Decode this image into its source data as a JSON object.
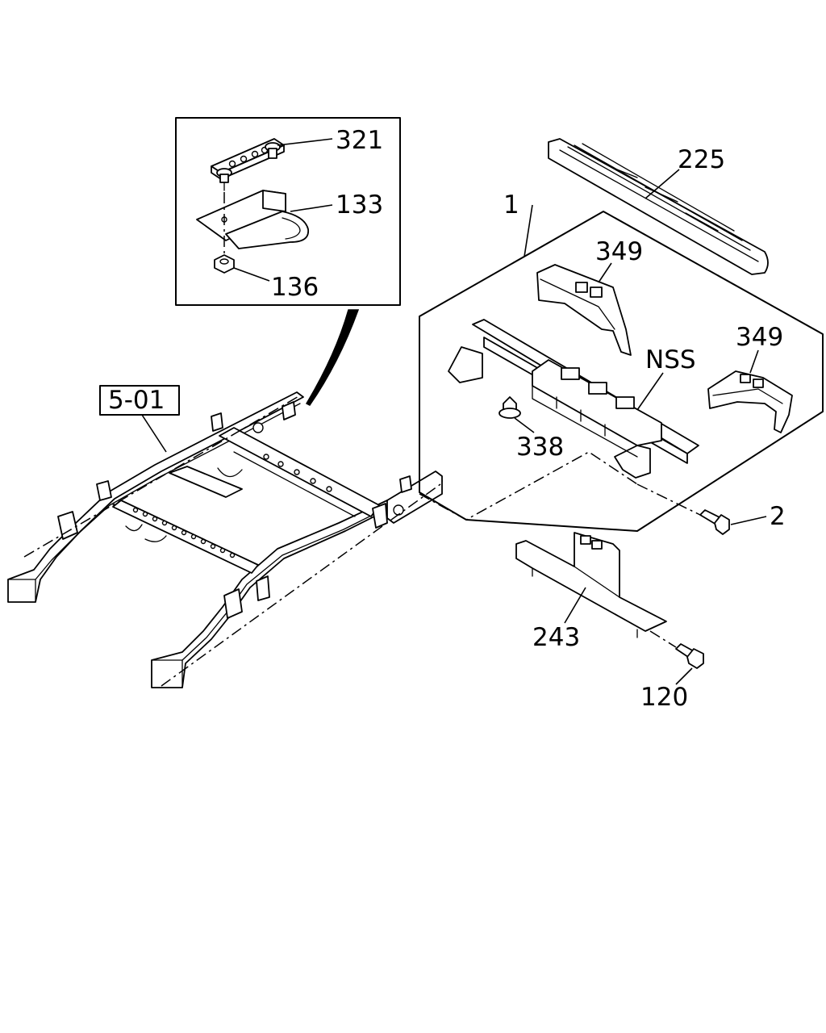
{
  "callouts": {
    "frame_ref": "5-01",
    "p321": "321",
    "p133": "133",
    "p136": "136",
    "p225": "225",
    "p1": "1",
    "p349_left": "349",
    "p349_right": "349",
    "nss": "NSS",
    "p338": "338",
    "p2": "2",
    "p243": "243",
    "p120": "120"
  },
  "colors": {
    "ink": "#000000",
    "paper": "#ffffff"
  }
}
